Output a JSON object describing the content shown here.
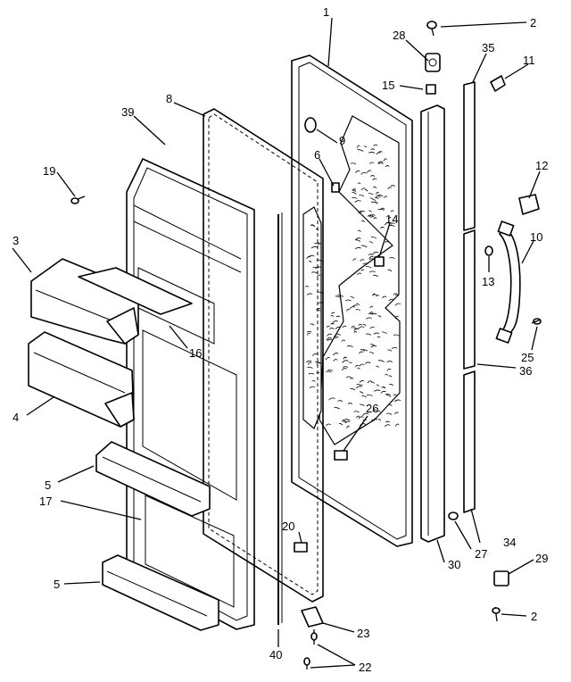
{
  "diagram": {
    "callouts": [
      {
        "id": "c1",
        "text": "1"
      },
      {
        "id": "c2a",
        "text": "2"
      },
      {
        "id": "c28",
        "text": "28"
      },
      {
        "id": "c35",
        "text": "35"
      },
      {
        "id": "c11",
        "text": "11"
      },
      {
        "id": "c15",
        "text": "15"
      },
      {
        "id": "c8",
        "text": "8"
      },
      {
        "id": "c39",
        "text": "39"
      },
      {
        "id": "c9",
        "text": "9"
      },
      {
        "id": "c6",
        "text": "6"
      },
      {
        "id": "c19",
        "text": "19"
      },
      {
        "id": "c12",
        "text": "12"
      },
      {
        "id": "c3",
        "text": "3"
      },
      {
        "id": "c14",
        "text": "14"
      },
      {
        "id": "c10",
        "text": "10"
      },
      {
        "id": "c13",
        "text": "13"
      },
      {
        "id": "c16",
        "text": "16"
      },
      {
        "id": "c25",
        "text": "25"
      },
      {
        "id": "c36",
        "text": "36"
      },
      {
        "id": "c4",
        "text": "4"
      },
      {
        "id": "c26",
        "text": "26"
      },
      {
        "id": "c5a",
        "text": "5"
      },
      {
        "id": "c17",
        "text": "17"
      },
      {
        "id": "c20",
        "text": "20"
      },
      {
        "id": "c27",
        "text": "27"
      },
      {
        "id": "c34",
        "text": "34"
      },
      {
        "id": "c30",
        "text": "30"
      },
      {
        "id": "c29",
        "text": "29"
      },
      {
        "id": "c5b",
        "text": "5"
      },
      {
        "id": "c23",
        "text": "23"
      },
      {
        "id": "c2b",
        "text": "2"
      },
      {
        "id": "c40",
        "text": "40"
      },
      {
        "id": "c22",
        "text": "22"
      }
    ]
  }
}
